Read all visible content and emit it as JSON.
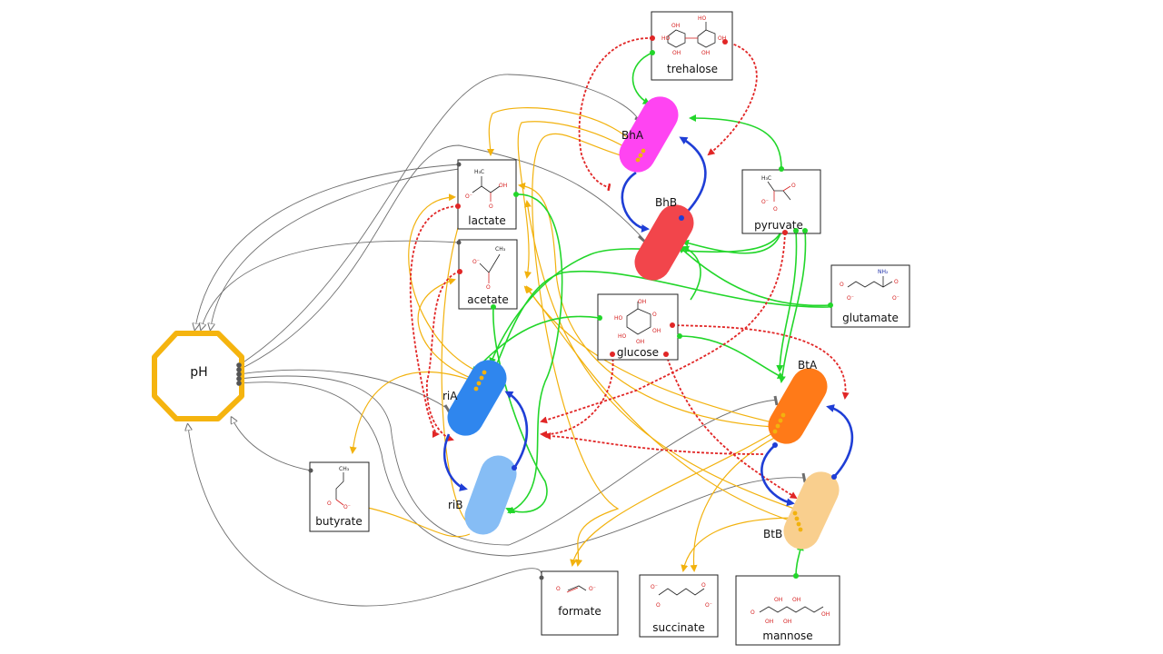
{
  "colors": {
    "grey_arrow": "#6e6e6e",
    "yellow_arrow": "#f2b20e",
    "green_arrow": "#22d62a",
    "red_dashed": "#e12626",
    "blue_arrow": "#1f3ed6",
    "ph_octagon": "#f5b40f",
    "BhA": "#ff44f2",
    "BhB": "#f2454b",
    "riA": "#2f86ee",
    "riB": "#86bdf5",
    "BtA": "#ff7a18",
    "BtB": "#f9cf8e"
  },
  "ph": {
    "label": "pH"
  },
  "bacteria": [
    {
      "key": "BhA",
      "label": "BhA"
    },
    {
      "key": "BhB",
      "label": "BhB"
    },
    {
      "key": "riA",
      "label": "riA"
    },
    {
      "key": "riB",
      "label": "riB"
    },
    {
      "key": "BtA",
      "label": "BtA"
    },
    {
      "key": "BtB",
      "label": "BtB"
    }
  ],
  "metabolites": [
    {
      "key": "trehalose",
      "label": "trehalose",
      "icon": "trehalose-structure-icon"
    },
    {
      "key": "lactate",
      "label": "lactate",
      "icon": "lactate-structure-icon"
    },
    {
      "key": "acetate",
      "label": "acetate",
      "icon": "acetate-structure-icon"
    },
    {
      "key": "pyruvate",
      "label": "pyruvate",
      "icon": "pyruvate-structure-icon"
    },
    {
      "key": "glutamate",
      "label": "glutamate",
      "icon": "glutamate-structure-icon"
    },
    {
      "key": "glucose",
      "label": "glucose",
      "icon": "glucose-structure-icon"
    },
    {
      "key": "butyrate",
      "label": "butyrate",
      "icon": "butyrate-structure-icon"
    },
    {
      "key": "formate",
      "label": "formate",
      "icon": "formate-structure-icon"
    },
    {
      "key": "succinate",
      "label": "succinate",
      "icon": "succinate-structure-icon"
    },
    {
      "key": "mannose",
      "label": "mannose",
      "icon": "mannose-structure-icon"
    }
  ]
}
